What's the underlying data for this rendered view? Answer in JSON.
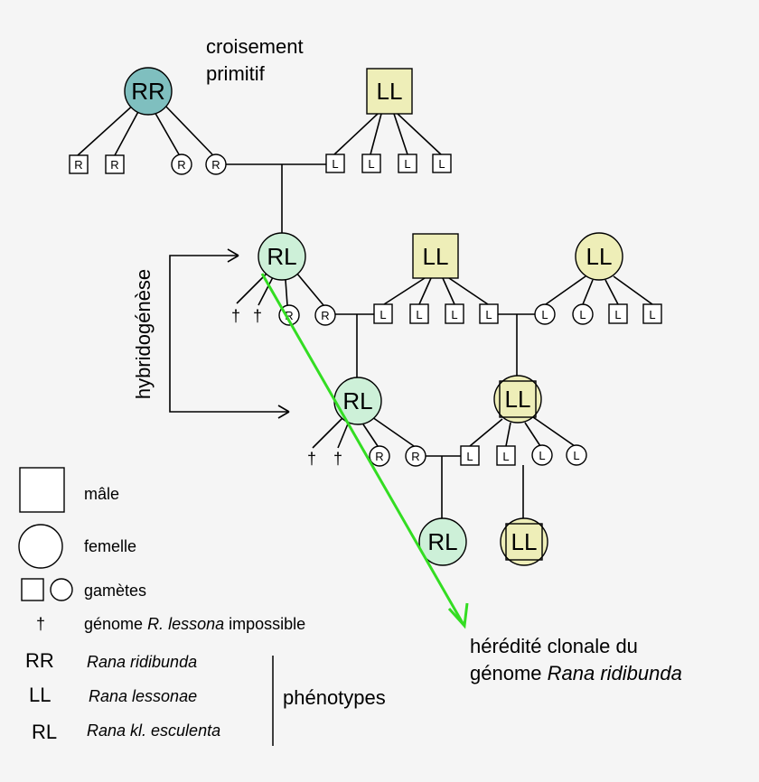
{
  "title": "croisement",
  "title_line2": "primitif",
  "side_label": "hybridogénèse",
  "genotypes": {
    "RR": "RR",
    "LL": "LL",
    "RL": "RL"
  },
  "gametes": {
    "R": "R",
    "L": "L",
    "dagger": "†"
  },
  "annotation": {
    "line1": "hérédité clonale du",
    "line2_prefix": "génome ",
    "line2_italic": "Rana ridibunda"
  },
  "legend": {
    "male": "mâle",
    "female": "femelle",
    "gametes": "gamètes",
    "impossible_prefix": "génome ",
    "impossible_italic": "R. lessona",
    "impossible_suffix": " impossible",
    "species": [
      {
        "code": "RR",
        "name": "Rana ridibunda"
      },
      {
        "code": "LL",
        "name": "Rana lessonae"
      },
      {
        "code": "RL",
        "name": "Rana kl. esculenta"
      }
    ],
    "phenotypes": "phénotypes"
  },
  "colors": {
    "rr_fill": "#7fbfbf",
    "ll_fill": "#eeeeb8",
    "rl_fill": "#cdf0d8",
    "arrow": "#33dd22"
  }
}
